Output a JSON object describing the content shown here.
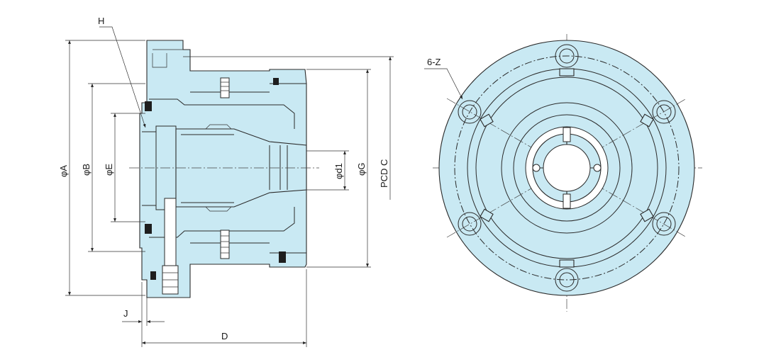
{
  "labels": {
    "H": "H",
    "A": "φA",
    "B": "φB",
    "E": "φE",
    "d1": "φd1",
    "G": "φG",
    "PCD_C": "PCD C",
    "J": "J",
    "D": "D",
    "Z": "6-Z"
  },
  "colors": {
    "body_fill": "#c9e9f3",
    "line": "#2a2a2a"
  }
}
